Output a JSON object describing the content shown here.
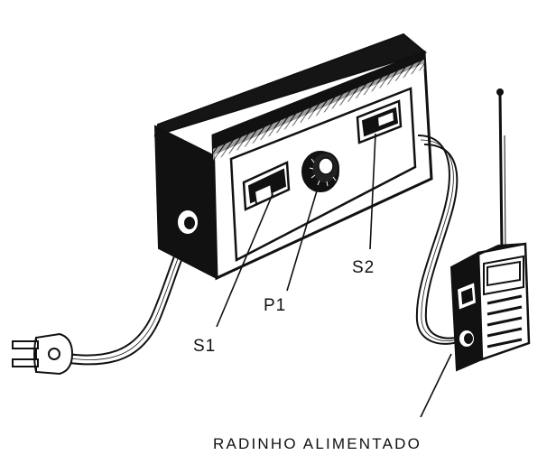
{
  "labels": {
    "s1": "S1",
    "p1": "P1",
    "s2": "S2",
    "caption": "RADINHO ALIMENTADO"
  },
  "colors": {
    "ink": "#111111",
    "paper": "#ffffff"
  }
}
